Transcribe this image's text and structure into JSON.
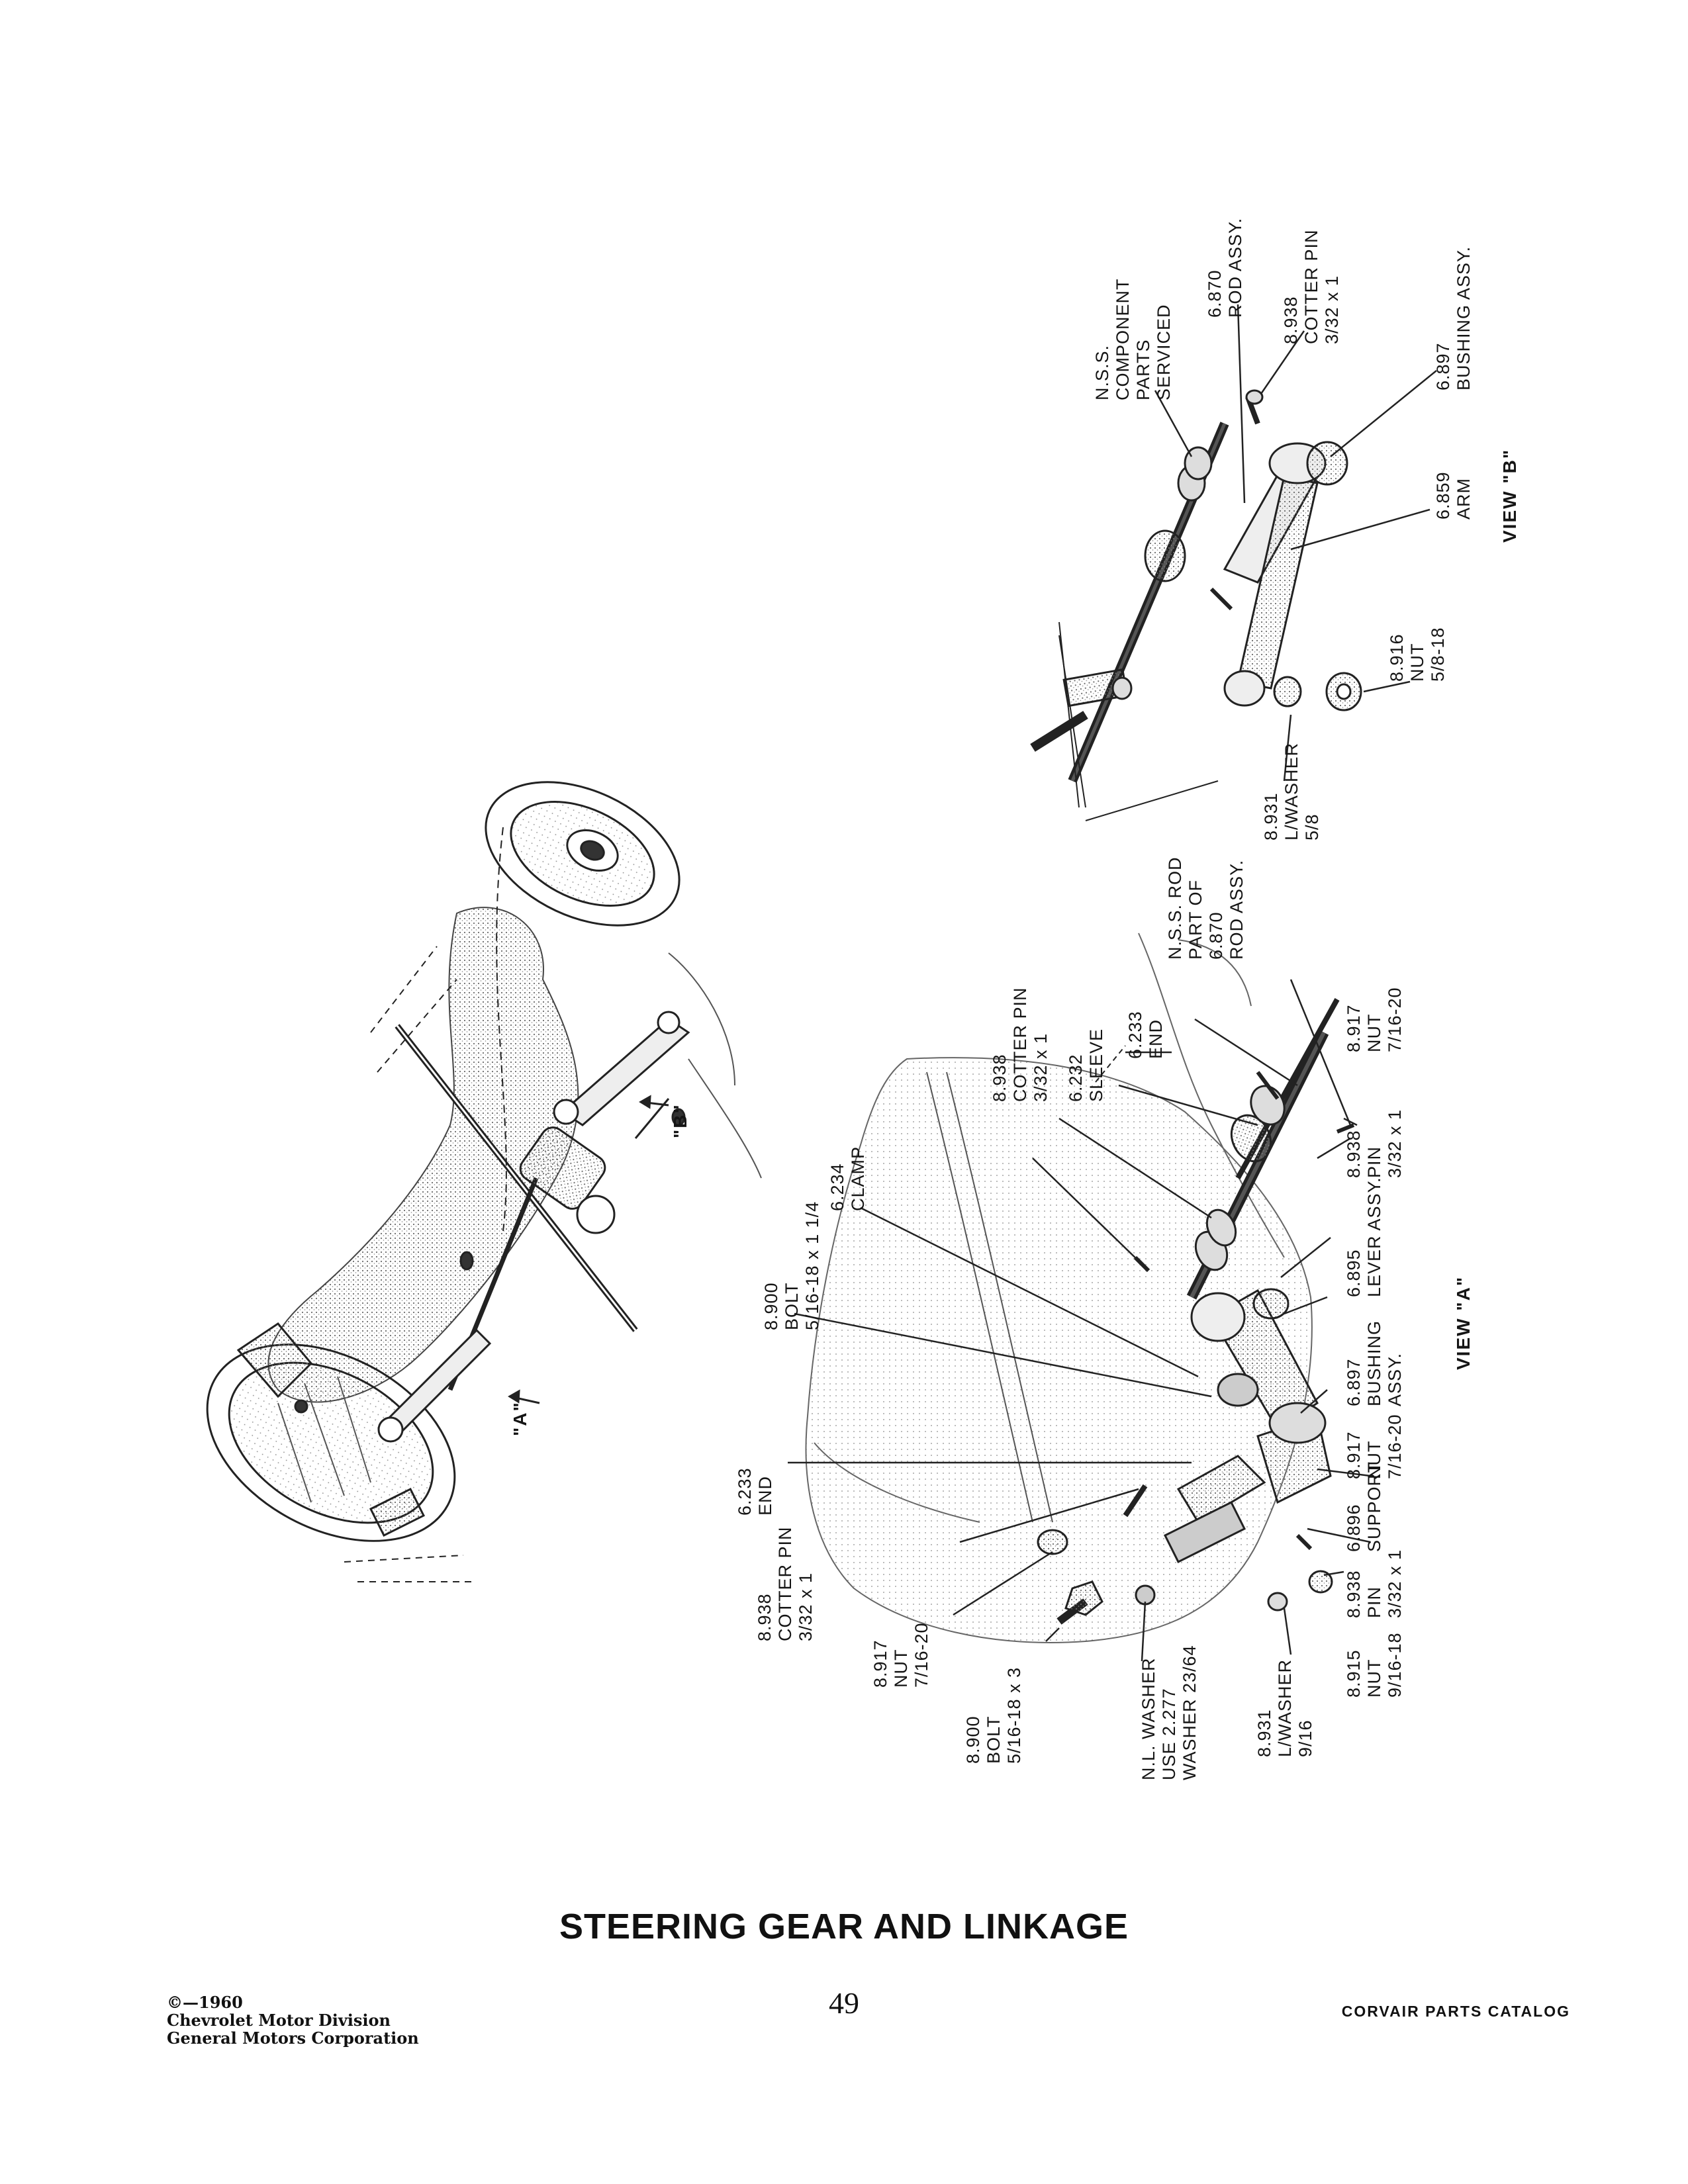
{
  "page": {
    "title": "STEERING GEAR AND LINKAGE",
    "page_number": "49",
    "copyright_lines": [
      "©—1960",
      "Chevrolet Motor Division",
      "General Motors Corporation"
    ],
    "catalog_name": "CORVAIR PARTS CATALOG"
  },
  "overview": {
    "callouts": [
      "\"A\"",
      "\"B\""
    ]
  },
  "view_a": {
    "caption": "VIEW \"A\"",
    "callouts": {
      "bolt_top": "8.900\nBOLT\n5/16-18 x 1 1/4",
      "clamp": "6.234\nCLAMP",
      "cotter_pin_top": "8.938\nCOTTER PIN\n3/32 x 1",
      "sleeve": "6.232\nSLEEVE",
      "end_top": "6.233\nEND",
      "nss_rod": "N.S.S. ROD\nPART OF\n6.870\nROD ASSY.",
      "nut_7_16_top": "8.917\nNUT\n7/16-20",
      "pin_top": "8.938\nPIN\n3/32 x 1",
      "lever_assy": "6.895\nLEVER ASSY.",
      "bushing_assy": "6.897\nBUSHING\nASSY.",
      "nut_7_16_mid": "8.917\nNUT\n7/16-20",
      "support": "6.896\nSUPPORT",
      "pin_low": "8.938\nPIN\n3/32 x 1",
      "nut_9_16": "8.915\nNUT\n9/16-18",
      "lwasher_9_16": "8.931\nL/WASHER\n9/16",
      "nl_washer": "N.L. WASHER\nUSE 2.277\nWASHER 23/64",
      "bolt_low": "8.900\nBOLT\n5/16-18 x 3",
      "nut_7_16_low": "8.917\nNUT\n7/16-20",
      "cotter_pin_low": "8.938\nCOTTER PIN\n3/32 x 1",
      "end_low": "6.233\nEND"
    }
  },
  "view_b": {
    "caption": "VIEW \"B\"",
    "callouts": {
      "nss_component": "N.S.S.\nCOMPONENT\nPARTS\nSERVICED",
      "rod_assy": "6.870\nROD ASSY.",
      "cotter_pin": "8.938\nCOTTER PIN\n3/32 x 1",
      "bushing_assy": "6.897\nBUSHING ASSY.",
      "arm": "6.859\nARM",
      "nut": "8.916\nNUT\n5/8-18",
      "lwasher": "8.931\nL/WASHER\n5/8"
    }
  }
}
